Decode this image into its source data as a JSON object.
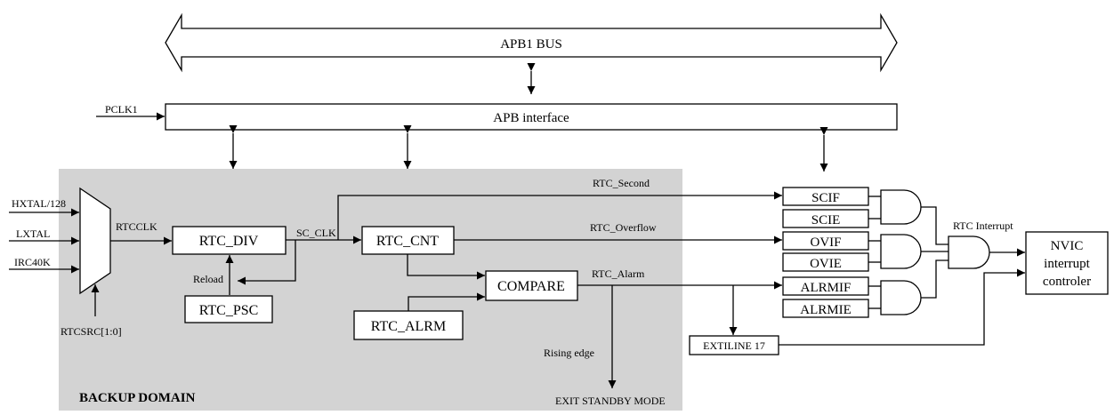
{
  "bus": {
    "apb1_bus": "APB1 BUS",
    "apb_interface": "APB  interface",
    "pclk1": "PCLK1"
  },
  "domain": {
    "backup_domain": "BACKUP DOMAIN"
  },
  "inputs": {
    "hxtal": "HXTAL/128",
    "lxtal": "LXTAL",
    "irc40k": "IRC40K",
    "rtcsrc": "RTCSRC[1:0]"
  },
  "blocks": {
    "rtc_div": "RTC_DIV",
    "rtc_psc": "RTC_PSC",
    "rtc_cnt": "RTC_CNT",
    "compare": "COMPARE",
    "rtc_alrm": "RTC_ALRM",
    "scif": "SCIF",
    "scie": "SCIE",
    "ovif": "OVIF",
    "ovie": "OVIE",
    "alrmif": "ALRMIF",
    "alrmie": "ALRMIE",
    "exti": "EXTILINE 17",
    "nvic_line1": "NVIC",
    "nvic_line2": "interrupt",
    "nvic_line3": "controler"
  },
  "signals": {
    "rtcclk": "RTCCLK",
    "sc_clk": "SC_CLK",
    "reload": "Reload",
    "rtc_second": "RTC_Second",
    "rtc_overflow": "RTC_Overflow",
    "rtc_alarm": "RTC_Alarm",
    "rtc_interrupt": "RTC Interrupt",
    "rising_edge": "Rising edge",
    "exit_standby": "EXIT STANDBY MODE"
  },
  "colors": {
    "backup_domain_fill": "#d3d3d3",
    "stroke": "#000000"
  }
}
